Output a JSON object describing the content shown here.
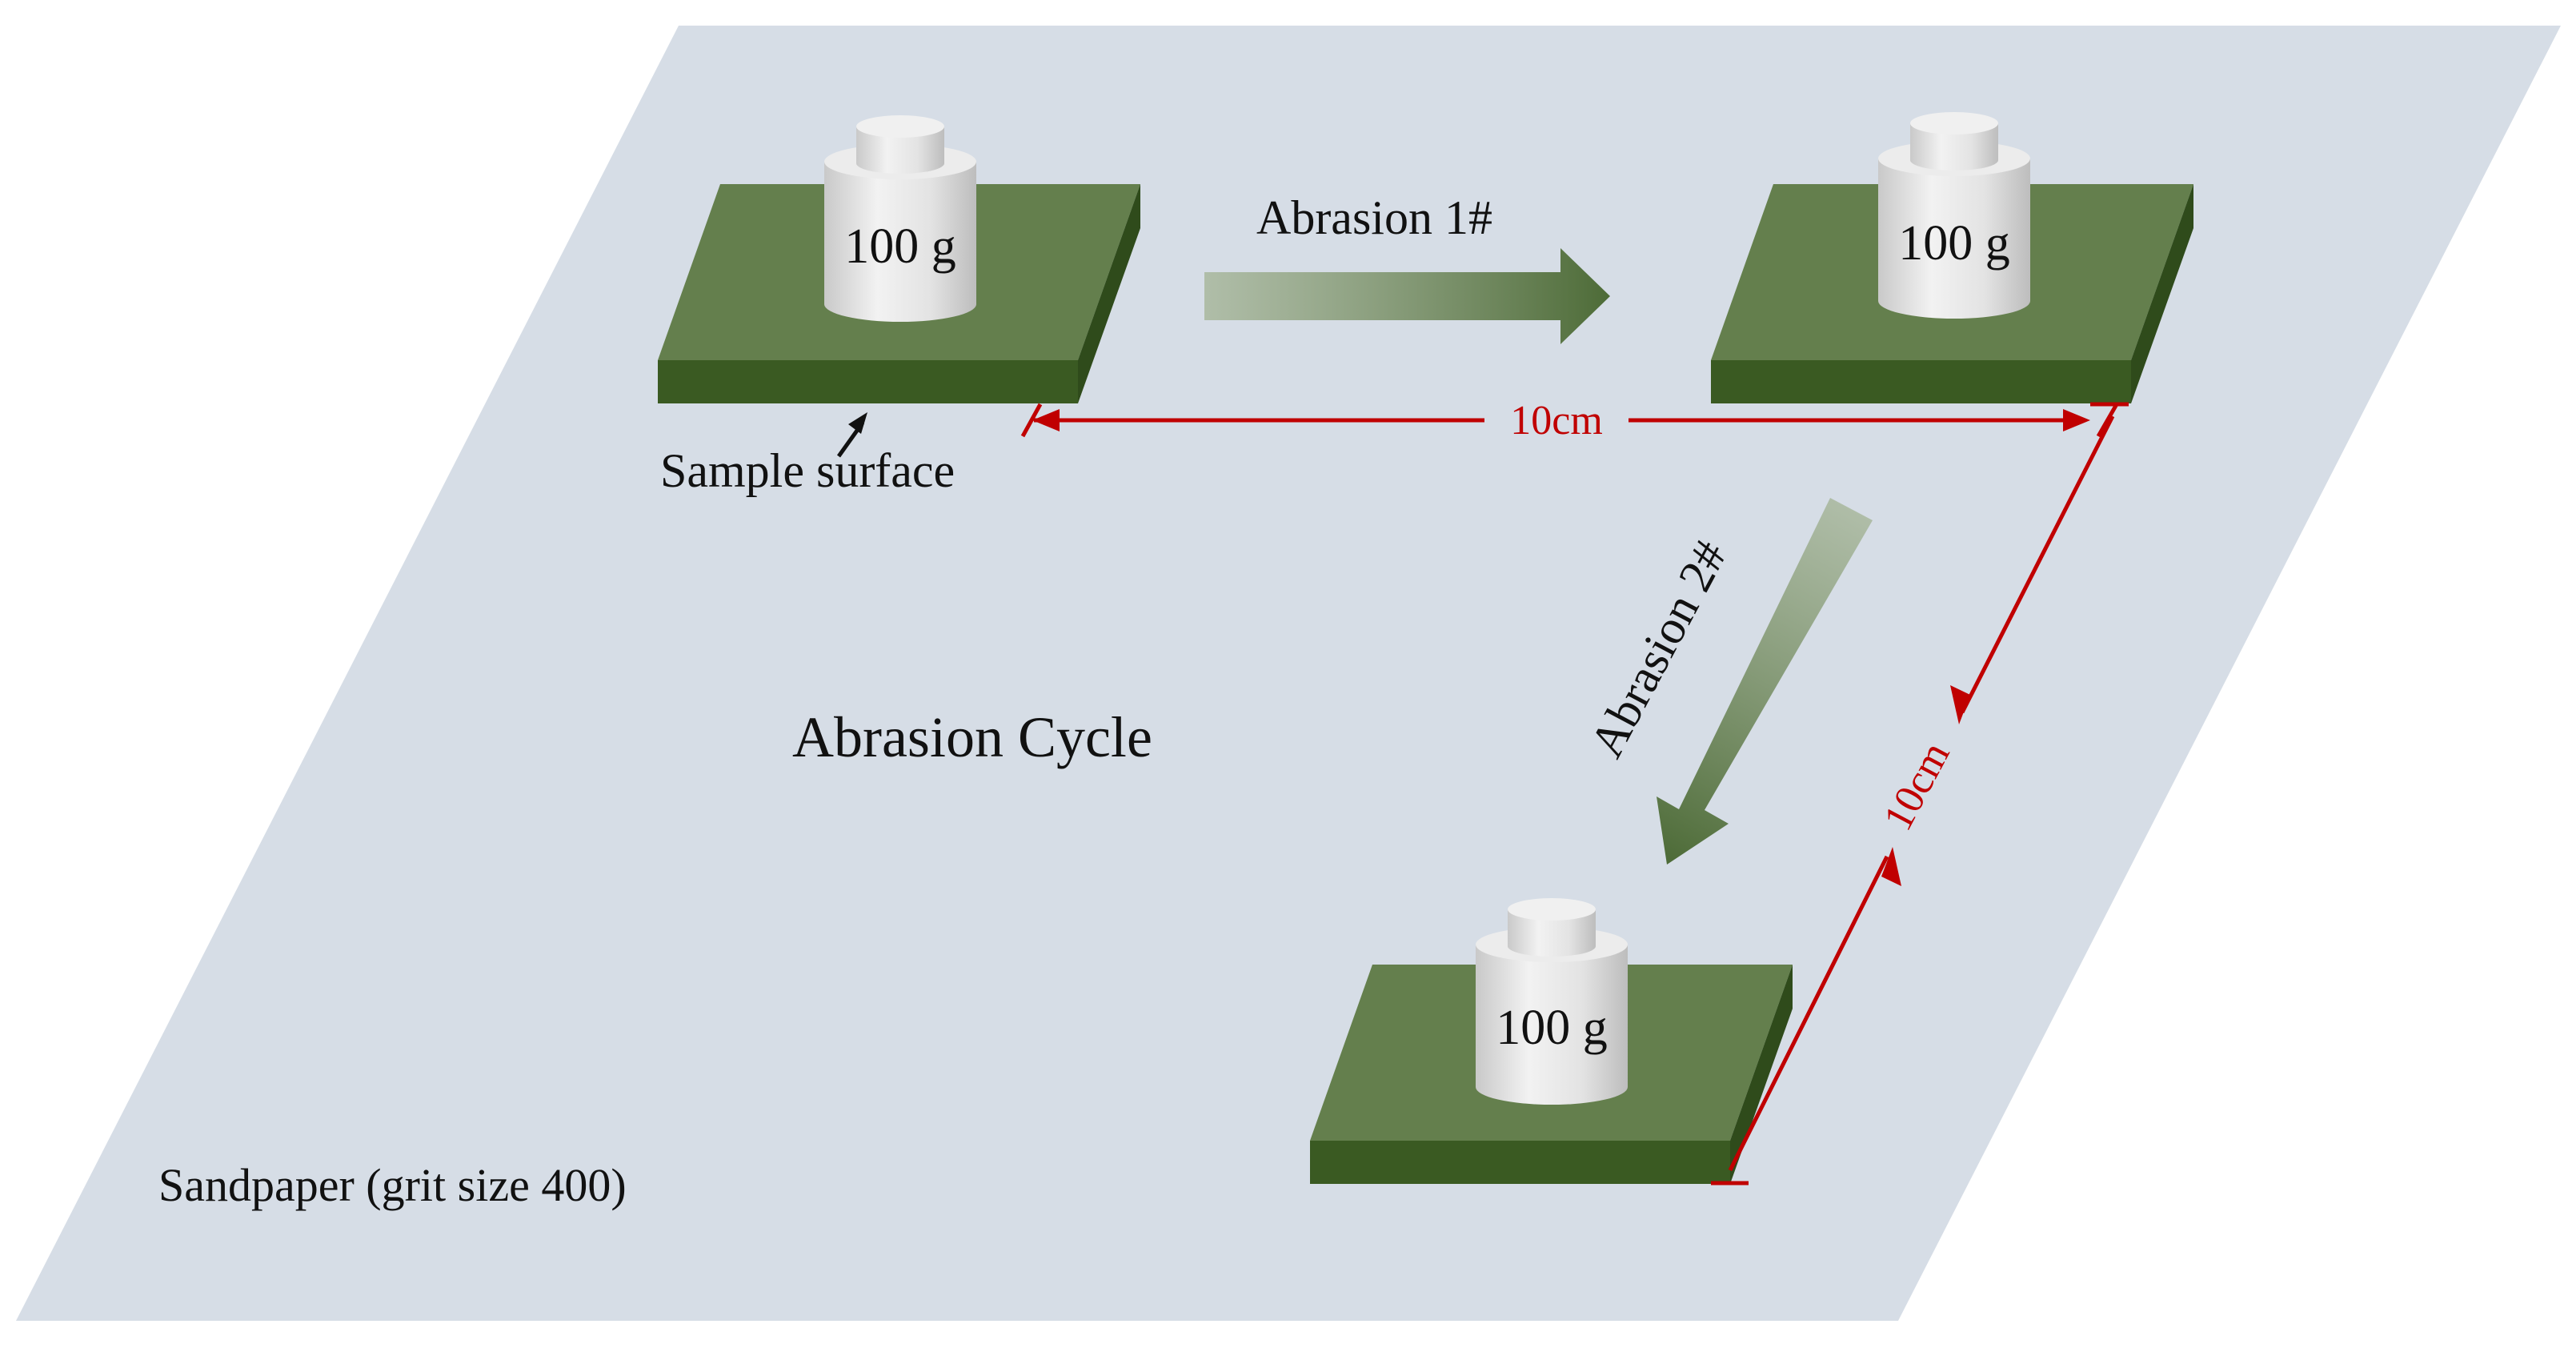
{
  "diagram": {
    "background_label": "Sandpaper (grit size 400)",
    "center_label": "Abrasion Cycle",
    "sample_surface_label": "Sample surface",
    "weight_labels": [
      "100 g",
      "100 g",
      "100 g"
    ],
    "arrow_1_label": "Abrasion 1#",
    "arrow_2_label": "Abrasion 2#",
    "dimension_horizontal": "10cm",
    "dimension_diagonal": "10cm"
  },
  "colors": {
    "sandpaper": "#d6dde6",
    "sample_top": "#647f4d",
    "sample_front": "#3a5a22",
    "sample_side": "#2f4b1b",
    "weight": "#e6e6e6",
    "dimension": "#c00000",
    "arrow_fill": "#5e7a4a"
  }
}
